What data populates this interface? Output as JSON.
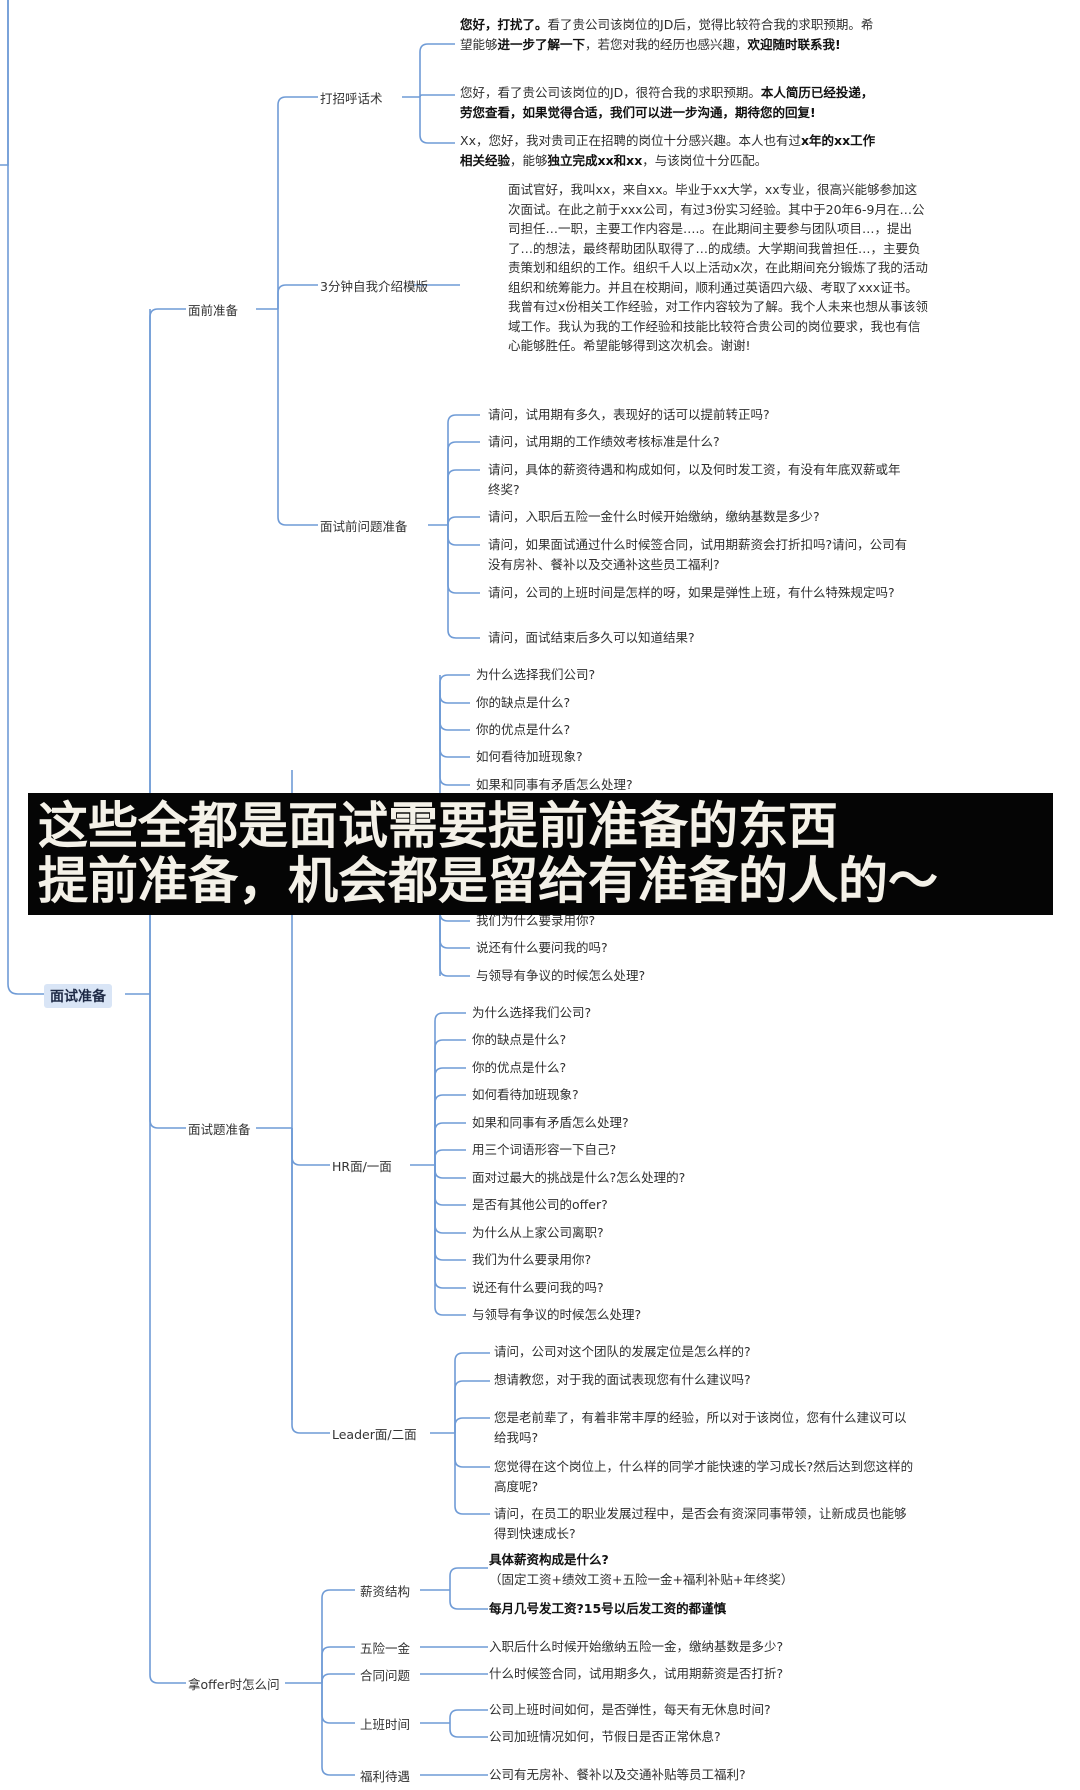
{
  "mindmap": {
    "root": "面试准备",
    "branches": [
      {
        "label": "面前准备",
        "children": [
          {
            "label": "打招呼话术",
            "items": [
              [
                {
                  "t": "您好，打扰了。",
                  "b": true
                },
                {
                  "t": "看了贵公司该岗位的JD后，觉得比较符合我的求职预期。希望能够"
                },
                {
                  "t": "进一步了解一下",
                  "b": true
                },
                {
                  "t": "，若您对我的经历也感兴趣，"
                },
                {
                  "t": "欢迎随时联系我!",
                  "b": true
                }
              ],
              [
                {
                  "t": "您好，看了贵公司该岗位的JD，很符合我的求职预期。"
                },
                {
                  "t": "本人简历已经投递，劳您查看，如果觉得合适，我们可以进一步沟通，期待您的回复!",
                  "b": true
                }
              ],
              [
                {
                  "t": "Xx，您好，我对贵司正在招聘的岗位十分感兴趣。本人也有过"
                },
                {
                  "t": "x年的xx工作相关经验",
                  "b": true
                },
                {
                  "t": "，能够"
                },
                {
                  "t": "独立完成xx和xx",
                  "b": true
                },
                {
                  "t": "，与该岗位十分匹配。"
                }
              ]
            ]
          },
          {
            "label": "3分钟自我介绍模版",
            "text": "面试官好，我叫xx，来自xx。毕业于xx大学，xx专业，很高兴能够参加这次面试。在此之前于xxx公司，有过3份实习经验。其中于20年6-9月在…公司担任…一职，主要工作内容是….。在此期间主要参与团队项目…，提出了…的想法，最终帮助团队取得了…的成绩。大学期间我曾担任…，主要负责策划和组织的工作。组织千人以上活动x次，在此期间充分锻炼了我的活动组织和统筹能力。并且在校期间，顺利通过英语四六级、考取了xxx证书。我曾有过x份相关工作经验，对工作内容较为了解。我个人未来也想从事该领域工作。我认为我的工作经验和技能比较符合贵公司的岗位要求，我也有信心能够胜任。希望能够得到这次机会。谢谢!"
          },
          {
            "label": "面试前问题准备",
            "items": [
              "请问，试用期有多久，表现好的话可以提前转正吗?",
              "请问，试用期的工作绩效考核标准是什么?",
              "请问，具体的薪资待遇和构成如何，以及何时发工资，有没有年底双薪或年终奖?",
              "请问，入职后五险一金什么时候开始缴纳，缴纳基数是多少?",
              "请问，如果面试通过什么时候签合同，试用期薪资会打折扣吗?请问，公司有没有房补、餐补以及交通补这些员工福利?",
              "请问，公司的上班时间是怎样的呀，如果是弹性上班，有什么特殊规定吗?",
              "请问，面试结束后多久可以知道结果?"
            ]
          }
        ]
      },
      {
        "label": "面试题准备",
        "children": [
          {
            "label": "",
            "items_top": [
              "为什么选择我们公司?",
              "你的缺点是什么?",
              "你的优点是什么?",
              "如何看待加班现象?",
              "如果和同事有矛盾怎么处理?"
            ],
            "items_bottom": [
              "我们为什么要录用你?",
              "说还有什么要问我的吗?",
              "与领导有争议的时候怎么处理?"
            ]
          },
          {
            "label": "HR面/一面",
            "items": [
              "为什么选择我们公司?",
              "你的缺点是什么?",
              "你的优点是什么?",
              "如何看待加班现象?",
              "如果和同事有矛盾怎么处理?",
              "用三个词语形容一下自己?",
              "面对过最大的挑战是什么?怎么处理的?",
              "是否有其他公司的offer?",
              "为什么从上家公司离职?",
              "我们为什么要录用你?",
              "说还有什么要问我的吗?",
              "与领导有争议的时候怎么处理?"
            ]
          },
          {
            "label": "Leader面/二面",
            "items": [
              "请问，公司对这个团队的发展定位是怎么样的?",
              "想请教您，对于我的面试表现您有什么建议吗?",
              "您是老前辈了，有着非常丰厚的经验，所以对于该岗位，您有什么建议可以给我吗?",
              "您觉得在这个岗位上，什么样的同学才能快速的学习成长?然后达到您这样的高度呢?",
              "请问，在员工的职业发展过程中，是否会有资深同事带领，让新成员也能够得到快速成长?"
            ]
          }
        ]
      },
      {
        "label": "拿offer时怎么问",
        "children": [
          {
            "label": "薪资结构",
            "items": [
              [
                {
                  "t": "具体薪资构成是什么?",
                  "b": true
                },
                {
                  "t": "（固定工资+绩效工资+五险一金+福利补贴+年终奖）"
                }
              ],
              [
                {
                  "t": "每月几号发工资?15号以后发工资的都谨慎",
                  "b": true
                }
              ]
            ]
          },
          {
            "label": "五险一金",
            "items": [
              "入职后什么时候开始缴纳五险一金，缴纳基数是多少?"
            ]
          },
          {
            "label": "合同问题",
            "items": [
              "什么时候签合同，试用期多久，试用期薪资是否打折?"
            ]
          },
          {
            "label": "上班时间",
            "items": [
              "公司上班时间如何，是否弹性，每天有无休息时间?",
              "公司加班情况如何，节假日是否正常休息?"
            ]
          },
          {
            "label": "福利待遇",
            "items": [
              "公司有无房补、餐补以及交通补贴等员工福利?"
            ]
          }
        ]
      }
    ]
  },
  "overlay": {
    "line1": "这些全都是面试需要提前准备的东西",
    "line2": "提前准备，机会都是留给有准备的人的～"
  },
  "colors": {
    "connector": "#6f9bd6",
    "root_bg": "#d9e5f6",
    "banner_bg": "#050505",
    "banner_text": "#f4f1e8"
  }
}
